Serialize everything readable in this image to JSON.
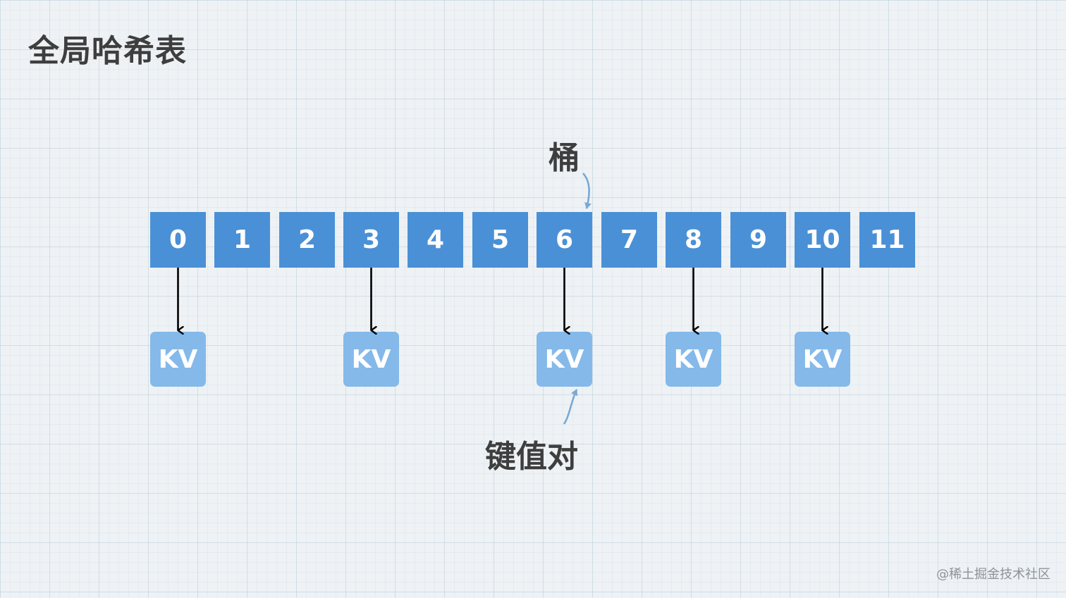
{
  "title": "全局哈希表",
  "buckets": [
    "0",
    "1",
    "2",
    "3",
    "4",
    "5",
    "6",
    "7",
    "8",
    "9",
    "10",
    "11"
  ],
  "kv_pairs": [
    {
      "bucket": "0",
      "label": "KV"
    },
    {
      "bucket": "3",
      "label": "KV"
    },
    {
      "bucket": "6",
      "label": "KV"
    },
    {
      "bucket": "8",
      "label": "KV"
    },
    {
      "bucket": "10",
      "label": "KV"
    }
  ],
  "annotations": {
    "bucket_label": "桶",
    "kv_label": "键值对"
  },
  "colors": {
    "bucket_fill": "#4a90d6",
    "kv_fill": "#84b9ea",
    "callout_arrow": "#7aa9d3",
    "link_arrow": "#000000"
  },
  "watermark": "@稀土掘金技术社区"
}
